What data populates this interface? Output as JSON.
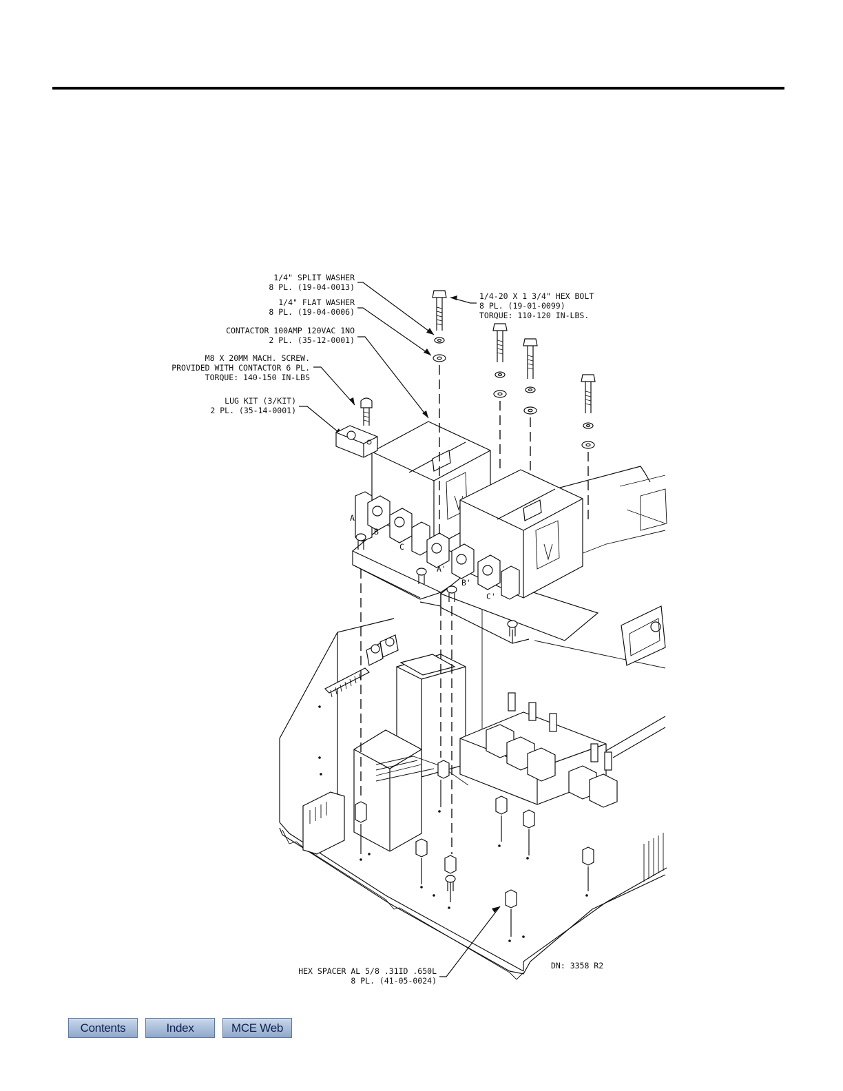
{
  "drawing": {
    "callouts": {
      "split_washer": [
        "1/4\" SPLIT WASHER",
        "8 PL.  (19-04-0013)"
      ],
      "flat_washer": [
        "1/4\" FLAT WASHER",
        "8 PL.  (19-04-0006)"
      ],
      "contactor": [
        "CONTACTOR 100AMP 120VAC 1NO",
        "2 PL.  (35-12-0001)"
      ],
      "mach_screw": [
        "M8 X 20MM MACH. SCREW.",
        "PROVIDED WITH CONTACTOR 6 PL.",
        "TORQUE: 140-150 IN-LBS"
      ],
      "lug_kit": [
        "LUG KIT (3/KIT)",
        "2 PL.  (35-14-0001)"
      ],
      "hex_bolt": [
        "1/4-20 X 1 3/4\" HEX BOLT",
        "8 PL.  (19-01-0099)",
        "TORQUE: 110-120 IN-LBS."
      ],
      "hex_spacer": [
        "HEX SPACER AL 5/8 .31ID .650L",
        "8 PL.  (41-05-0024)"
      ]
    },
    "terminal_labels": [
      "A",
      "B",
      "C",
      "A'",
      "B'",
      "C'"
    ],
    "drawing_number": "DN: 3358 R2"
  },
  "nav": {
    "contents": "Contents",
    "index": "Index",
    "mce_web": "MCE Web"
  }
}
